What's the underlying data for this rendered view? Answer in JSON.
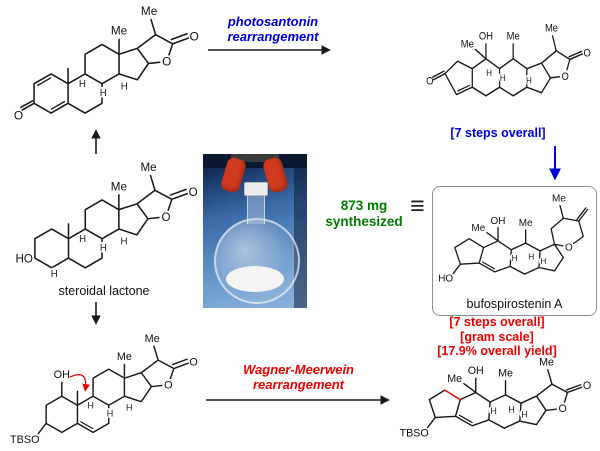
{
  "colors": {
    "blue": "#0000d6",
    "red": "#e80000",
    "green": "#007a00",
    "box_border": "#8f8f8f",
    "clamp_red": "#d03a1e"
  },
  "scheme": {
    "photo_reaction_line1": "photosantonin",
    "photo_reaction_line2": "rearrangement",
    "top_steps": "[7 steps overall]",
    "amount_line1": "873 mg",
    "amount_line2": "synthesized",
    "equivalence": "≡",
    "wm_reaction_line1": "Wagner-Meerwein",
    "wm_reaction_line2": "rearrangement",
    "product_note_line1": "[7 steps overall]",
    "product_note_line2": "[gram scale]",
    "product_note_line3": "[17.9% overall yield]",
    "start_caption": "steroidal lactone",
    "product_caption": "bufospirostenin A"
  },
  "structures": {
    "dienone": {
      "me_c18": "Me",
      "me_lactone": "Me",
      "h1": "H",
      "h2": "H",
      "h3": "H",
      "o_ketone": "O",
      "o_ring": "O",
      "o_carbonyl": "O"
    },
    "photoproduct": {
      "oh": "OH",
      "me_c10": "Me",
      "me_c18": "Me",
      "me_lactone": "Me",
      "h1": "H",
      "h2": "H",
      "h3": "H",
      "o_ketone": "O",
      "o_ring": "O",
      "o_carbonyl": "O"
    },
    "steroidal_lactone": {
      "ho": "HO",
      "me_c18": "Me",
      "me_lactone": "Me",
      "h1": "H",
      "h2": "H",
      "h3": "H",
      "h4": "H",
      "o_ring": "O",
      "o_carbonyl": "O"
    },
    "bufospirostenin": {
      "ho": "HO",
      "oh": "OH",
      "me_c10": "Me",
      "me_c18": "Me",
      "me_spiro": "Me",
      "h1": "H",
      "h2": "H",
      "h3": "H",
      "o_ring": "O"
    },
    "wm_substrate": {
      "oh": "OH",
      "tbso": "TBSO",
      "me_c18": "Me",
      "me_lactone": "Me",
      "h1": "H",
      "h2": "H",
      "h3": "H",
      "o_ring": "O",
      "o_carbonyl": "O"
    },
    "wm_product": {
      "oh": "OH",
      "me_c10": "Me",
      "tbso": "TBSO",
      "me_c18": "Me",
      "me_lactone": "Me",
      "h1": "H",
      "h2": "H",
      "h3": "H",
      "o_ring": "O",
      "o_carbonyl": "O"
    }
  }
}
